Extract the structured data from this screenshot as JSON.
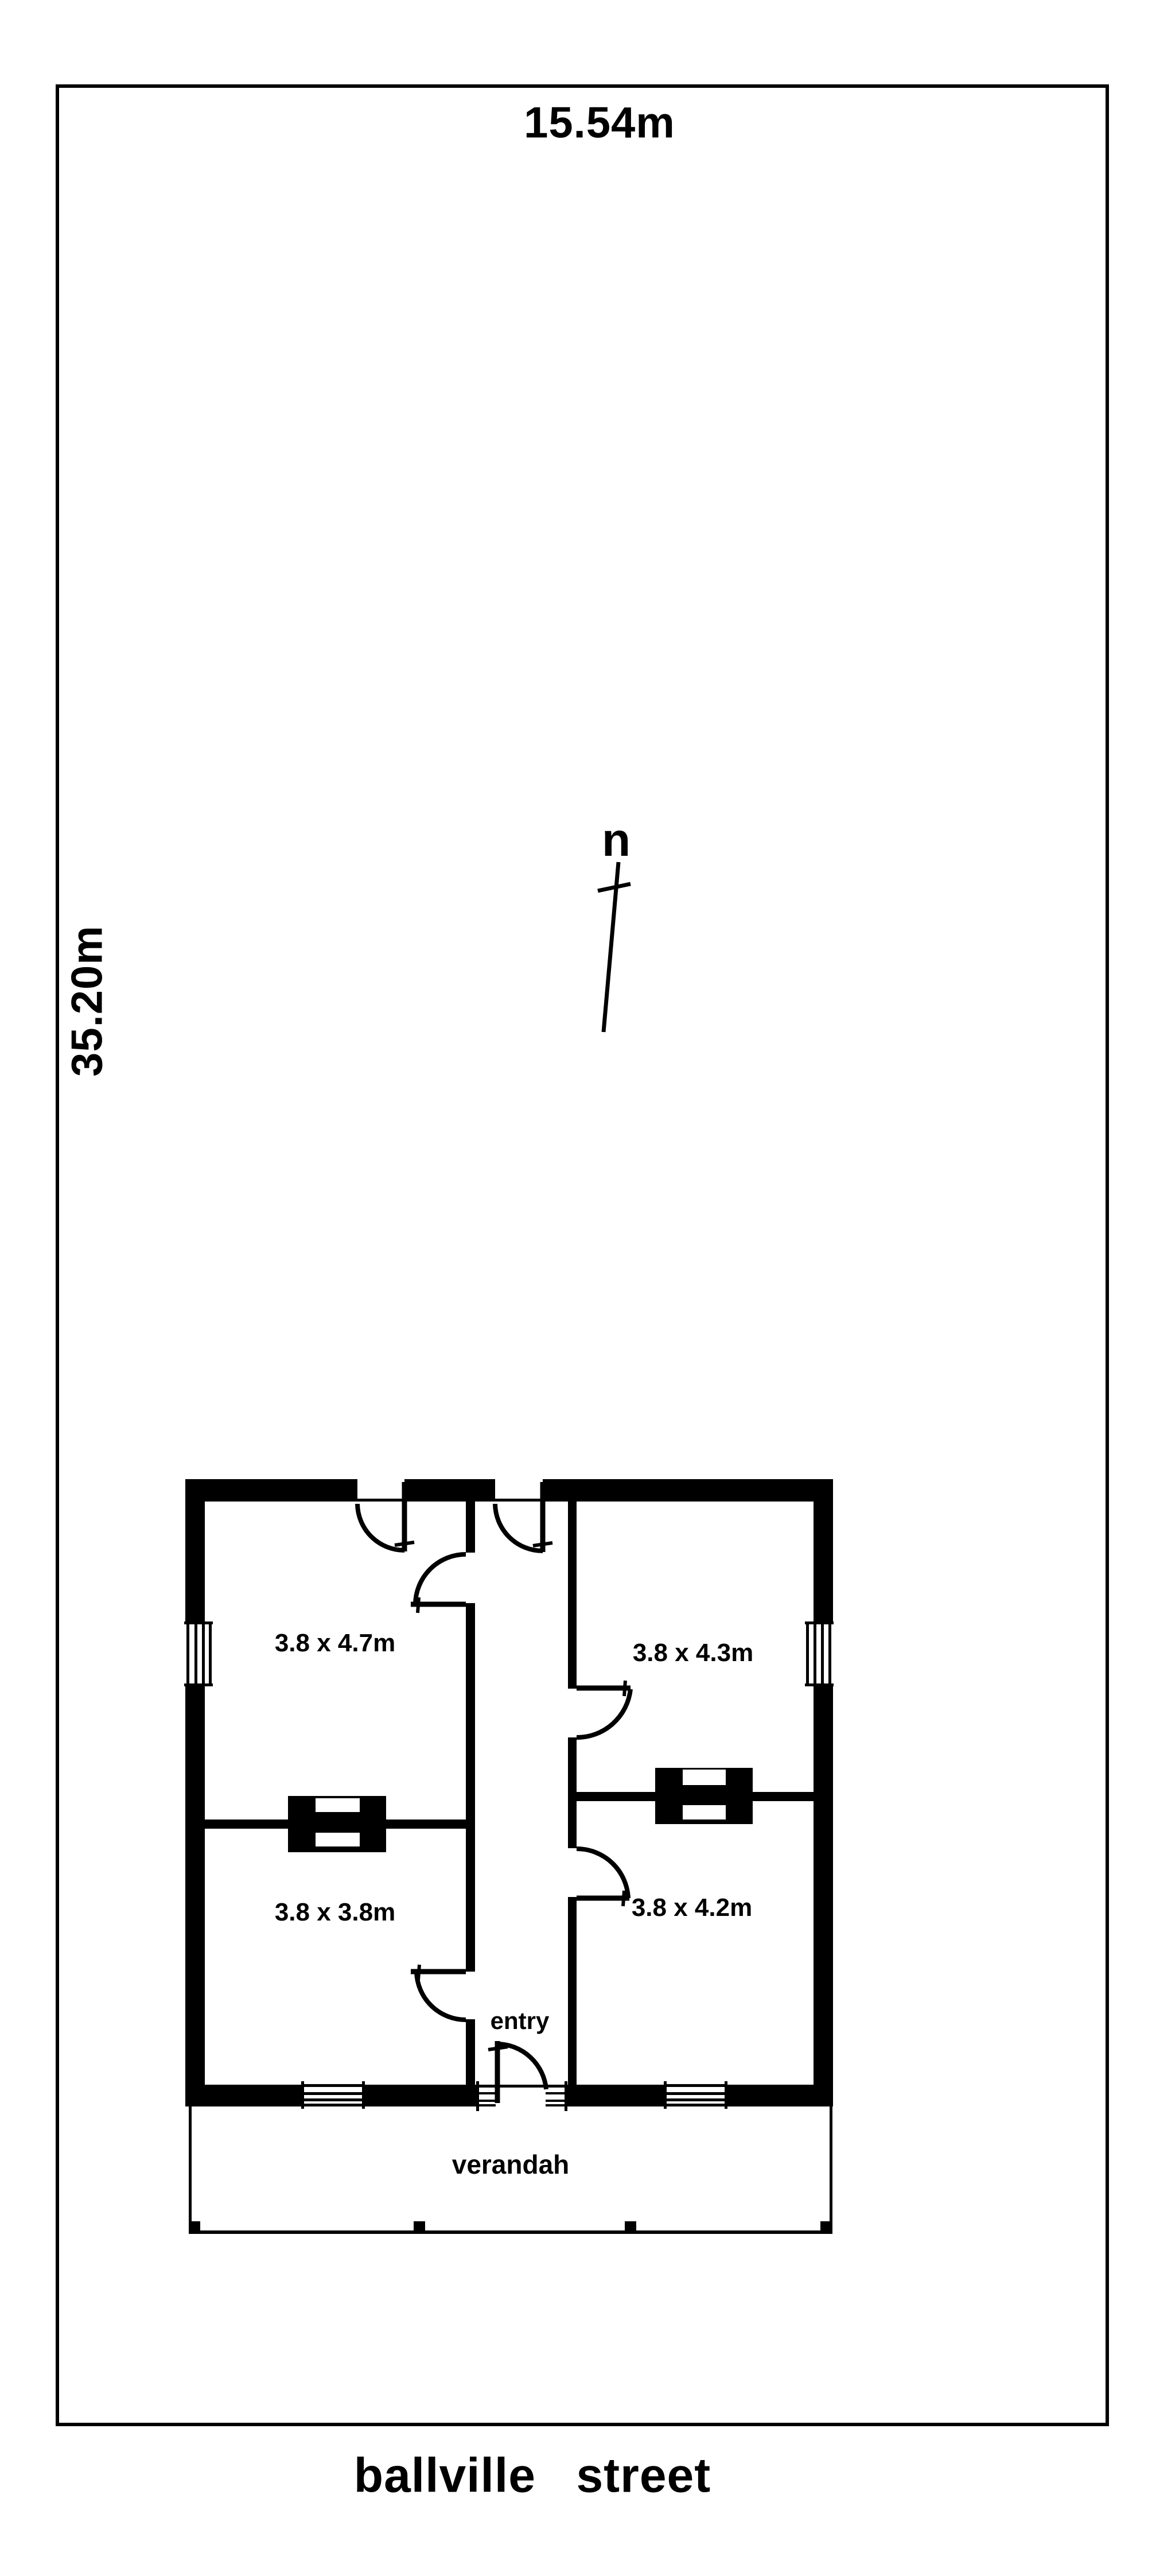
{
  "colors": {
    "ink": "#000000",
    "paper": "#ffffff"
  },
  "site": {
    "width_label": "15.54m",
    "depth_label": "35.20m",
    "street_label": "ballville street"
  },
  "north": {
    "label": "n"
  },
  "rooms": [
    {
      "name": "room-top-left",
      "label": "3.8 x 4.7m"
    },
    {
      "name": "room-top-right",
      "label": "3.8 x 4.3m"
    },
    {
      "name": "room-bottom-left",
      "label": "3.8 x 3.8m"
    },
    {
      "name": "room-bottom-right",
      "label": "3.8 x 4.2m"
    }
  ],
  "labels": {
    "entry": "entry",
    "verandah": "verandah"
  }
}
